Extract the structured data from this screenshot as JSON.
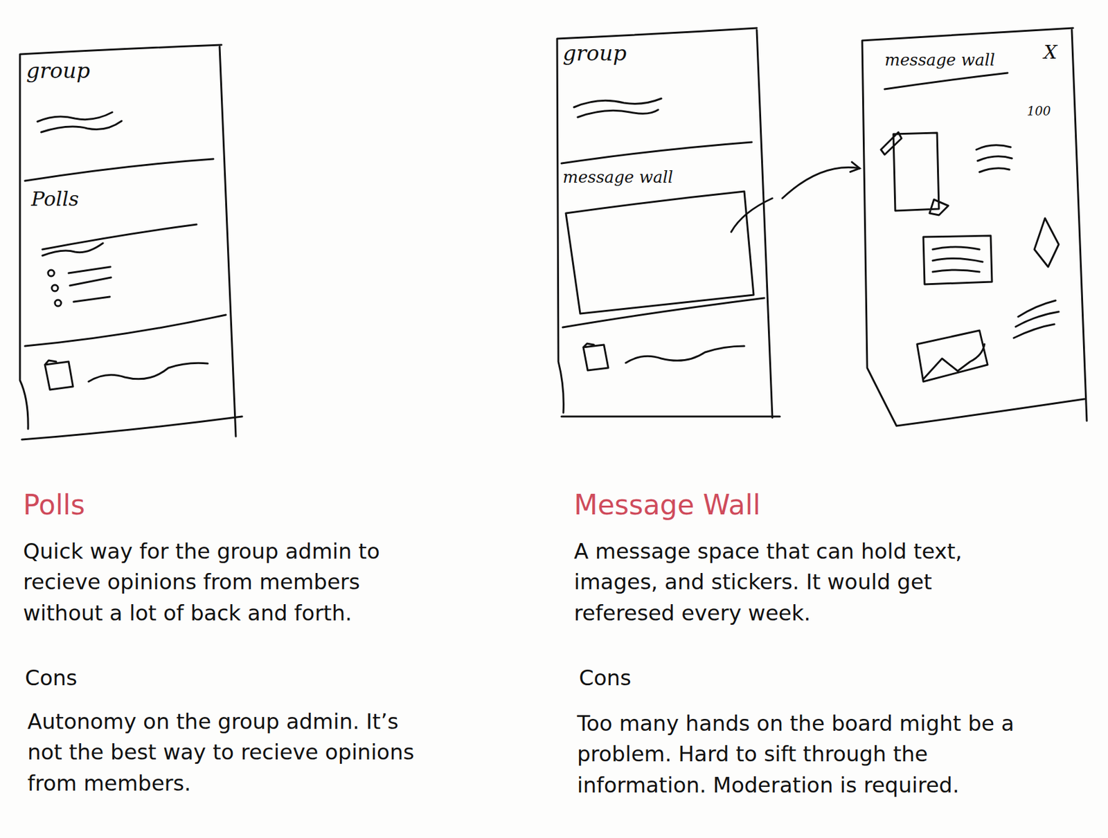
{
  "diagram": {
    "nodes": [
      {
        "text": [
          "group",
          "Polls"
        ]
      },
      {
        "text": [
          "group",
          "message wall"
        ]
      },
      {
        "text": [
          "message wall",
          "X",
          "100"
        ]
      }
    ],
    "edges": [
      {
        "from": 1,
        "to": 2,
        "arrow": "to"
      }
    ],
    "labels": [
      "Polls",
      "Quick way for the group admin to recieve opinions from members without a lot of back and forth.",
      "Cons",
      "Autonomy on the group admin. It’s not the best way to recieve opinions from members.",
      "Message Wall",
      "A message space that can hold text, images, and stickers. It would get referesed every week.",
      "Cons",
      "Too many hands on the board might be a problem. Hard to sift through the information. Moderation is required."
    ]
  }
}
